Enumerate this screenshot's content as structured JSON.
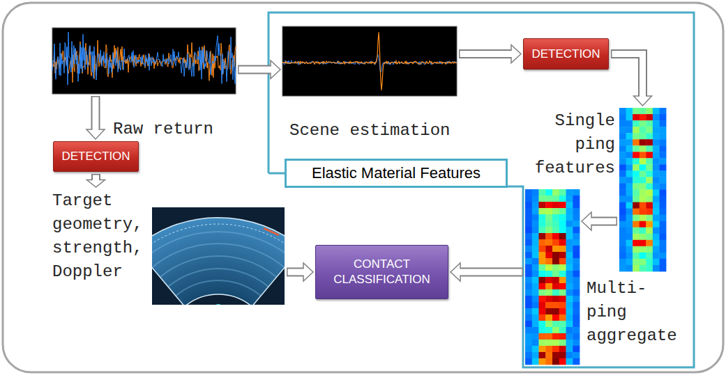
{
  "diagram": {
    "nodes": [
      {
        "text": [
          "Raw return"
        ]
      },
      {
        "text": [
          "Scene estimation"
        ]
      },
      {
        "text": [
          "DETECTION"
        ]
      },
      {
        "text": [
          "Single ping features"
        ]
      },
      {
        "text": [
          "Multi-ping aggregate"
        ]
      },
      {
        "text": [
          "Elastic Material Features"
        ]
      },
      {
        "text": [
          "DETECTION"
        ]
      },
      {
        "text": [
          "Target geometry, strength, Doppler"
        ]
      },
      {
        "text": [
          "CONTACT CLASSIFICATION"
        ]
      }
    ],
    "edges": [
      {
        "from": 0,
        "to": 1,
        "arrow": "to"
      },
      {
        "from": 1,
        "to": 2,
        "arrow": "to"
      },
      {
        "from": 2,
        "to": 3,
        "arrow": "to"
      },
      {
        "from": 3,
        "to": 4,
        "arrow": "to"
      },
      {
        "from": 4,
        "to": 8,
        "arrow": "to"
      },
      {
        "from": 0,
        "to": 6,
        "arrow": "to"
      },
      {
        "from": 6,
        "to": 7,
        "arrow": "to"
      },
      {
        "from": 7,
        "to": 8,
        "arrow": "to"
      }
    ]
  }
}
